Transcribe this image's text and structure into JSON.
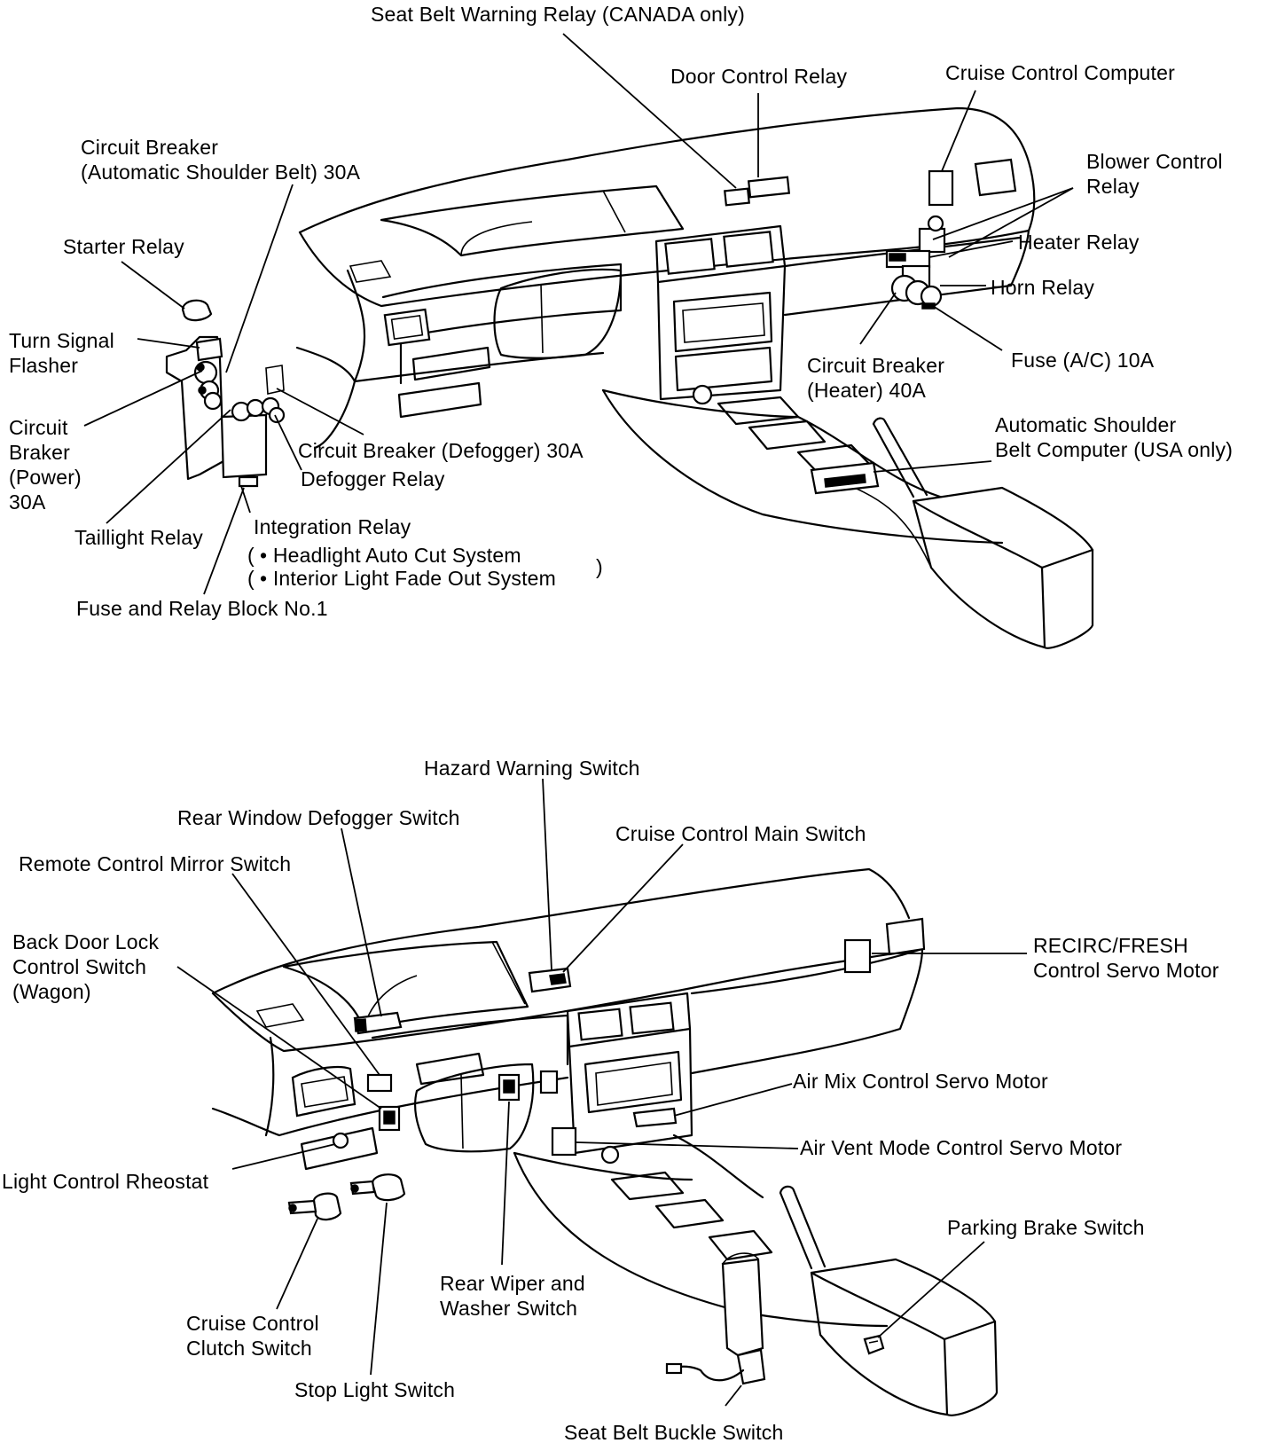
{
  "upper_labels": {
    "seat_belt_warning_relay": "Seat Belt Warning Relay (CANADA only)",
    "door_control_relay": "Door Control Relay",
    "cruise_control_computer": "Cruise Control Computer",
    "blower_control_relay": [
      "Blower Control",
      "Relay"
    ],
    "heater_relay": "Heater Relay",
    "horn_relay": "Horn Relay",
    "fuse_ac": "Fuse (A/C) 10A",
    "circuit_breaker_heater": [
      "Circuit Breaker",
      "(Heater) 40A"
    ],
    "auto_shoulder_belt_computer": [
      "Automatic Shoulder",
      "Belt Computer (USA only)"
    ],
    "circuit_breaker_shoulder_belt": [
      "Circuit Breaker",
      "(Automatic Shoulder Belt) 30A"
    ],
    "starter_relay": "Starter Relay",
    "turn_signal_flasher": [
      "Turn Signal",
      "Flasher"
    ],
    "circuit_breaker_power": [
      "Circuit",
      "Braker",
      "(Power)",
      "30A"
    ],
    "taillight_relay": "Taillight Relay",
    "circuit_breaker_defogger": "Circuit Breaker (Defogger) 30A",
    "defogger_relay": "Defogger Relay",
    "integration_relay": "Integration Relay",
    "headlight_auto_cut": "• Headlight Auto Cut System",
    "interior_light_fade": "• Interior Light Fade Out System",
    "fuse_relay_block": "Fuse and Relay Block No.1"
  },
  "lower_labels": {
    "hazard_warning_switch": "Hazard Warning Switch",
    "rear_window_defogger_switch": "Rear Window Defogger Switch",
    "cruise_control_main_switch": "Cruise Control Main Switch",
    "remote_control_mirror_switch": "Remote Control Mirror Switch",
    "back_door_lock_switch": [
      "Back Door Lock",
      "Control Switch",
      "(Wagon)"
    ],
    "recirc_fresh_servo": [
      "RECIRC/FRESH",
      "Control Servo Motor"
    ],
    "air_mix_servo": "Air Mix Control Servo Motor",
    "air_vent_mode_servo": "Air Vent Mode Control Servo Motor",
    "light_control_rheostat": "Light Control Rheostat",
    "parking_brake_switch": "Parking Brake Switch",
    "rear_wiper_washer_switch": [
      "Rear Wiper and",
      "Washer Switch"
    ],
    "cruise_control_clutch_switch": [
      "Cruise Control",
      "Clutch Switch"
    ],
    "stop_light_switch": "Stop Light Switch",
    "seat_belt_buckle_switch": "Seat Belt Buckle Switch"
  }
}
